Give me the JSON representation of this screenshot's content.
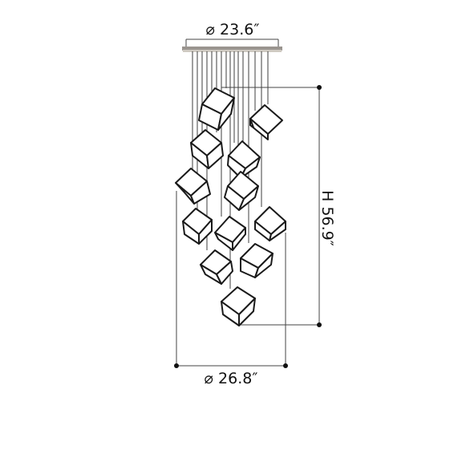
{
  "dimensions": {
    "canopy_diameter": "⌀ 23.6″",
    "height": "H 56.9″",
    "spread_diameter": "⌀ 26.8″"
  },
  "colors": {
    "line": "#1a1a1a",
    "canopy_top": "#9a958f",
    "canopy_bottom": "#cfcac2",
    "background": "#ffffff"
  }
}
